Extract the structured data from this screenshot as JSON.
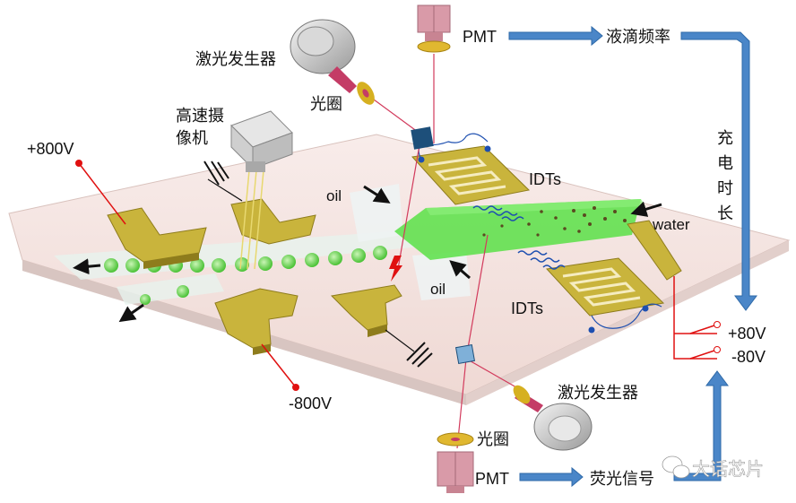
{
  "labels": {
    "pmt_top": "PMT",
    "droplet_freq": "液滴频率",
    "laser_top": "激光发生器",
    "aperture_top": "光圈",
    "camera": "高速摄像机",
    "v_plus800": "+800V",
    "v_minus800": "-800V",
    "oil_top": "oil",
    "oil_bottom": "oil",
    "water": "water",
    "idts_top": "IDTs",
    "idts_bottom": "IDTs",
    "charge_time": "充电时长",
    "v_plus80": "+80V",
    "v_minus80": "-80V",
    "laser_bottom": "激光发生器",
    "aperture_bottom": "光圈",
    "pmt_bottom": "PMT",
    "fluor_signal": "荧光信号",
    "watermark": "大话芯片"
  },
  "colors": {
    "electrode": "#c9b43c",
    "droplet": "#7ad85a",
    "water_channel": "#5fe04a",
    "arrow_blue": "#4a86c8",
    "wire_red": "#e01010",
    "pmt_pink": "#d99aa8",
    "substrate": "#f3e3df"
  },
  "icons": [
    "laser-icon",
    "camera-icon",
    "pmt-icon",
    "aperture-icon",
    "ground-icon",
    "lightning-icon",
    "wechat-icon"
  ]
}
